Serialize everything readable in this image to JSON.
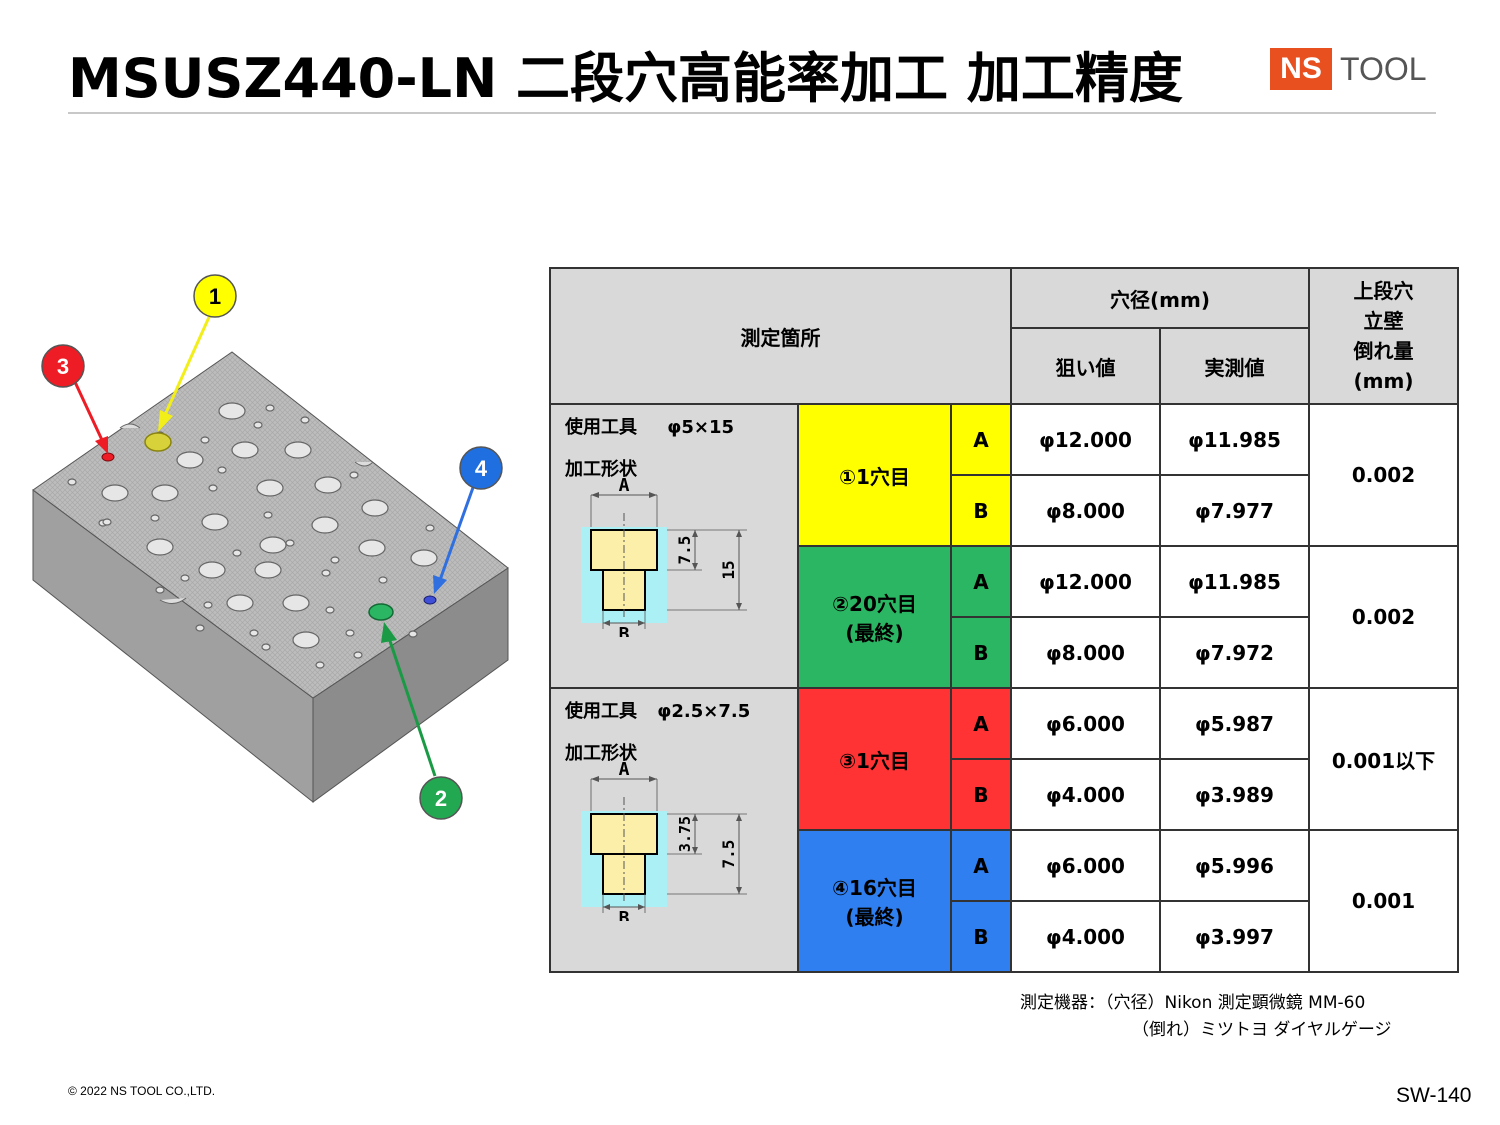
{
  "header": {
    "title": "MSUSZ440-LN 二段穴高能率加工 加工精度",
    "logo_ns": "NS",
    "logo_tool": "TOOL"
  },
  "illustration": {
    "markers": [
      {
        "label": "1",
        "color": "#ffff00"
      },
      {
        "label": "2",
        "color": "#22a850"
      },
      {
        "label": "3",
        "color": "#ee1c24"
      },
      {
        "label": "4",
        "color": "#1f6fe0"
      }
    ]
  },
  "table": {
    "header_location": "測定箇所",
    "header_diameter": "穴径(mm)",
    "header_target": "狙い値",
    "header_actual": "実測値",
    "header_tilt": [
      "上段穴",
      "立壁",
      "倒れ量",
      "(mm)"
    ],
    "tool_groups": [
      {
        "tool": "使用工具",
        "tool_size": "φ5×15",
        "shape": "加工形状",
        "dims": {
          "a": "A",
          "b": "B",
          "upper": "7.5",
          "total": "15"
        }
      },
      {
        "tool": "使用工具",
        "tool_size": "φ2.5×7.5",
        "shape": "加工形状",
        "dims": {
          "a": "A",
          "b": "B",
          "upper": "3.75",
          "total": "7.5"
        }
      }
    ],
    "rows": [
      {
        "loc": "①1穴目",
        "color": "#ffff00",
        "tilt": "0.002",
        "pts": [
          {
            "p": "A",
            "target": "φ12.000",
            "actual": "φ11.985"
          },
          {
            "p": "B",
            "target": "φ8.000",
            "actual": "φ7.977"
          }
        ]
      },
      {
        "loc": "②20穴目",
        "loc2": "(最終)",
        "color": "#2bb663",
        "tilt": "0.002",
        "pts": [
          {
            "p": "A",
            "target": "φ12.000",
            "actual": "φ11.985"
          },
          {
            "p": "B",
            "target": "φ8.000",
            "actual": "φ7.972"
          }
        ]
      },
      {
        "loc": "③1穴目",
        "color": "#ff3333",
        "tilt": "0.001以下",
        "pts": [
          {
            "p": "A",
            "target": "φ6.000",
            "actual": "φ5.987"
          },
          {
            "p": "B",
            "target": "φ4.000",
            "actual": "φ3.989"
          }
        ]
      },
      {
        "loc": "④16穴目",
        "loc2": "(最終)",
        "color": "#2f7ff0",
        "tilt": "0.001",
        "pts": [
          {
            "p": "A",
            "target": "φ6.000",
            "actual": "φ5.996"
          },
          {
            "p": "B",
            "target": "φ4.000",
            "actual": "φ3.997"
          }
        ]
      }
    ]
  },
  "notes": {
    "line1": "測定機器：（穴径）Nikon 測定顕微鏡 MM-60",
    "line2": "（倒れ）ミツトヨ ダイヤルゲージ"
  },
  "footer": {
    "copyright": "© 2022 NS TOOL CO.,LTD.",
    "page": "SW-140"
  }
}
